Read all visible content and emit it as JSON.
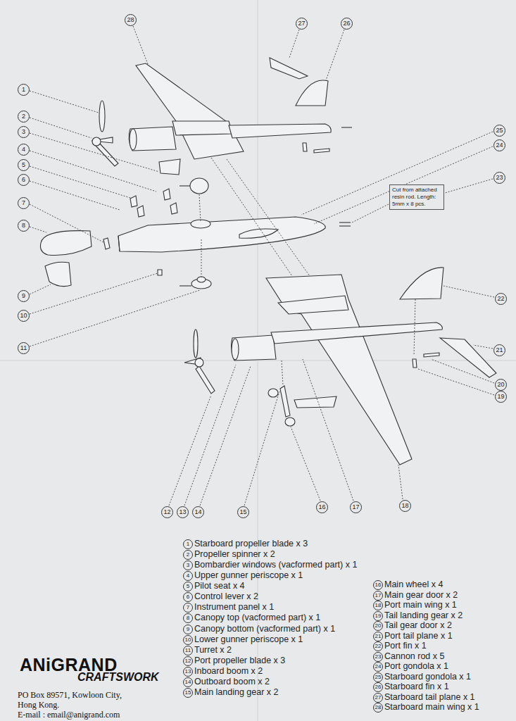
{
  "diagram": {
    "nodes": [
      {
        "text": [
          "Cut from attached resin rod. Length: 5mm x 8 pcs."
        ]
      }
    ],
    "labels": [
      "28",
      "27",
      "26",
      "1",
      "2",
      "3",
      "4",
      "5",
      "6",
      "7",
      "8",
      "9",
      "10",
      "11",
      "25",
      "24",
      "23",
      "22",
      "21",
      "20",
      "19",
      "12",
      "13",
      "14",
      "15",
      "16",
      "17",
      "18",
      "1",
      "Starboard propeller blade x 3",
      "2",
      "Propeller spinner x 2",
      "3",
      "Bombardier windows (vacformed part) x 1",
      "4",
      "Upper gunner periscope x 1",
      "5",
      "Pilot seat x 4",
      "6",
      "Control lever x 2",
      "7",
      "Instrument panel x 1",
      "8",
      "Canopy top (vacformed part) x 1",
      "9",
      "Canopy bottom (vacformed part) x 1",
      "10",
      "Lower gunner periscope x 1",
      "11",
      "Turret x 2",
      "12",
      "Port propeller blade x 3",
      "13",
      "Inboard boom x 2",
      "14",
      "Outboard boom x 2",
      "15",
      "Main landing gear x 2",
      "16",
      "Main wheel x 4",
      "17",
      "Main gear door x 2",
      "18",
      "Port main wing x 1",
      "19",
      "Tail landing gear x 2",
      "20",
      "Tail gear door x 2",
      "21",
      "Port tail plane x 1",
      "22",
      "Port fin x 1",
      "23",
      "Cannon rod x 5",
      "24",
      "Port gondola x 1",
      "25",
      "Starboard gondola x 1",
      "26",
      "Starboard fin x 1",
      "27",
      "Starboard tail plane x 1",
      "28",
      "Starboard main wing x 1",
      "ANiGRAND",
      "CRAFTSWORK",
      "PO Box 89571, Kowloon City,",
      "Hong Kong.",
      "E-mail : email@anigrand.com"
    ]
  }
}
